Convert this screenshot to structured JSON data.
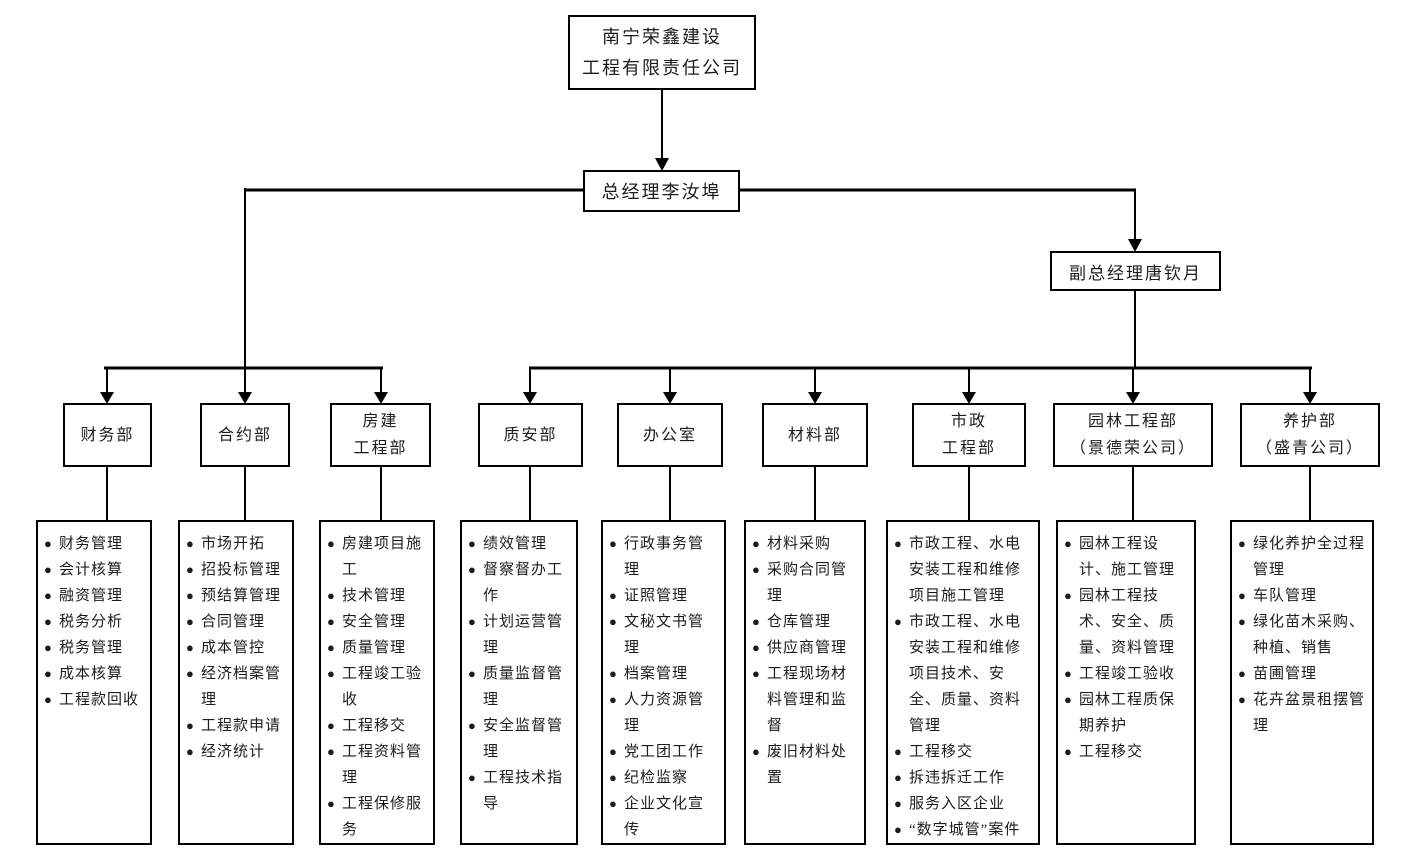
{
  "company": {
    "name": "南宁荣鑫建设\n工程有限责任公司"
  },
  "general_manager": {
    "label": "总经理李汝埠"
  },
  "deputy_general_manager": {
    "label": "副总经理唐钦月"
  },
  "icons": {
    "bullet": "●"
  },
  "departments": [
    {
      "label": "财务部",
      "duties": [
        "财务管理",
        "会计核算",
        "融资管理",
        "税务分析",
        "税务管理",
        "成本核算",
        "工程款回收"
      ]
    },
    {
      "label": "合约部",
      "duties": [
        "市场开拓",
        "招投标管理",
        "预结算管理",
        "合同管理",
        "成本管控",
        "经济档案管理",
        "工程款申请",
        "经济统计"
      ]
    },
    {
      "label": "房建\n工程部",
      "duties": [
        "房建项目施工",
        "技术管理",
        "安全管理",
        "质量管理",
        "工程竣工验收",
        "工程移交",
        "工程资料管理",
        "工程保修服务"
      ]
    },
    {
      "label": "质安部",
      "duties": [
        "绩效管理",
        "督察督办工作",
        "计划运营管理",
        "质量监督管理",
        "安全监督管理",
        "工程技术指导"
      ]
    },
    {
      "label": "办公室",
      "duties": [
        "行政事务管理",
        "证照管理",
        "文秘文书管理",
        "档案管理",
        "人力资源管理",
        "党工团工作",
        "纪检监察",
        "企业文化宣传"
      ]
    },
    {
      "label": "材料部",
      "duties": [
        "材料采购",
        "采购合同管理",
        "仓库管理",
        "供应商管理",
        "工程现场材料管理和监督",
        "废旧材料处置"
      ]
    },
    {
      "label": "市政\n工程部",
      "duties": [
        "市政工程、水电安装工程和维修项目施工管理",
        "市政工程、水电安装工程和维修项目技术、安全、质量、资料管理",
        "工程移交",
        "拆违拆迁工作",
        "服务入区企业",
        "“数字城管”案件处理"
      ]
    },
    {
      "label": "园林工程部\n（景德荣公司）",
      "duties": [
        "园林工程设计、施工管理",
        "园林工程技术、安全、质量、资料管理",
        "工程竣工验收",
        "园林工程质保期养护",
        "工程移交"
      ]
    },
    {
      "label": "养护部\n（盛青公司）",
      "duties": [
        "绿化养护全过程管理",
        "车队管理",
        "绿化苗木采购、种植、销售",
        "苗圃管理",
        "花卉盆景租摆管理"
      ]
    }
  ]
}
